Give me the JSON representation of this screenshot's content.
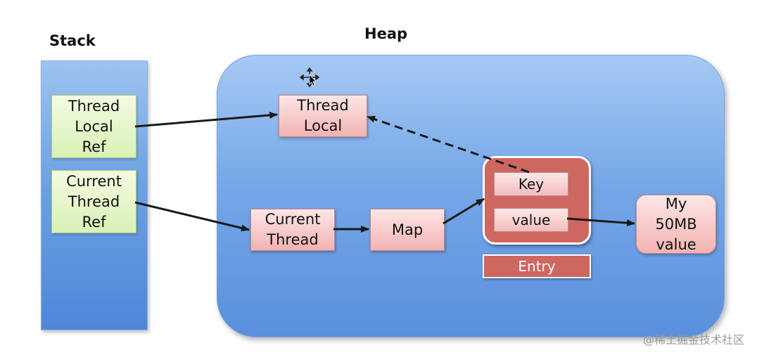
{
  "titles": {
    "stack": "Stack",
    "heap": "Heap"
  },
  "stack_items": {
    "thread_local_ref": "Thread\nLocal\nRef",
    "current_thread_ref": "Current\nThread\nRef"
  },
  "heap_items": {
    "thread_local": "Thread\nLocal",
    "current_thread": "Current\nThread",
    "map": "Map",
    "key": "Key",
    "value": "value",
    "entry": "Entry",
    "my_value": "My\n50MB\nvalue"
  },
  "watermark": "@稀土掘金技术社区",
  "icons": {
    "cursor": "move-cursor-icon"
  },
  "colors": {
    "stack_fill": "#6ea2e4",
    "heap_fill": "#76a8e8",
    "ref_box": "#d9f1b5",
    "object_box": "#f2b3b3",
    "entry_fill": "#cf6761",
    "arrow": "#1a1a1a"
  }
}
